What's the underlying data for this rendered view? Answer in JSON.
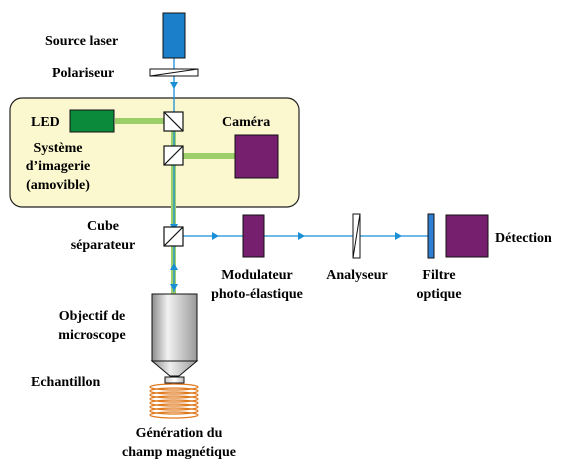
{
  "labels": {
    "source_laser": "Source laser",
    "polariseur": "Polariseur",
    "led": "LED",
    "camera": "Caméra",
    "imaging_line1": "Système",
    "imaging_line2": "d’imagerie",
    "imaging_line3": "(amovible)",
    "cube_line1": "Cube",
    "cube_line2": "séparateur",
    "modulateur_line1": "Modulateur",
    "modulateur_line2": "photo-élastique",
    "analyseur": "Analyseur",
    "filtre_line1": "Filtre",
    "filtre_line2": "optique",
    "detection": "Détection",
    "objectif_line1": "Objectif de",
    "objectif_line2": "microscope",
    "echantillon": "Echantillon",
    "generation_line1": "Génération du",
    "generation_line2": "champ magnétique"
  },
  "colors": {
    "laser_beam": "#1a8fd6",
    "laser_source": "#1b7fc9",
    "led_beam": "#9ccf6a",
    "led": "#0a8a3a",
    "camera": "#751f6e",
    "modulator": "#751f6e",
    "detector": "#751f6e",
    "filter": "#2e7ed1",
    "imaging_box_fill": "#fbf8cf",
    "coil": "#e07a1f"
  }
}
